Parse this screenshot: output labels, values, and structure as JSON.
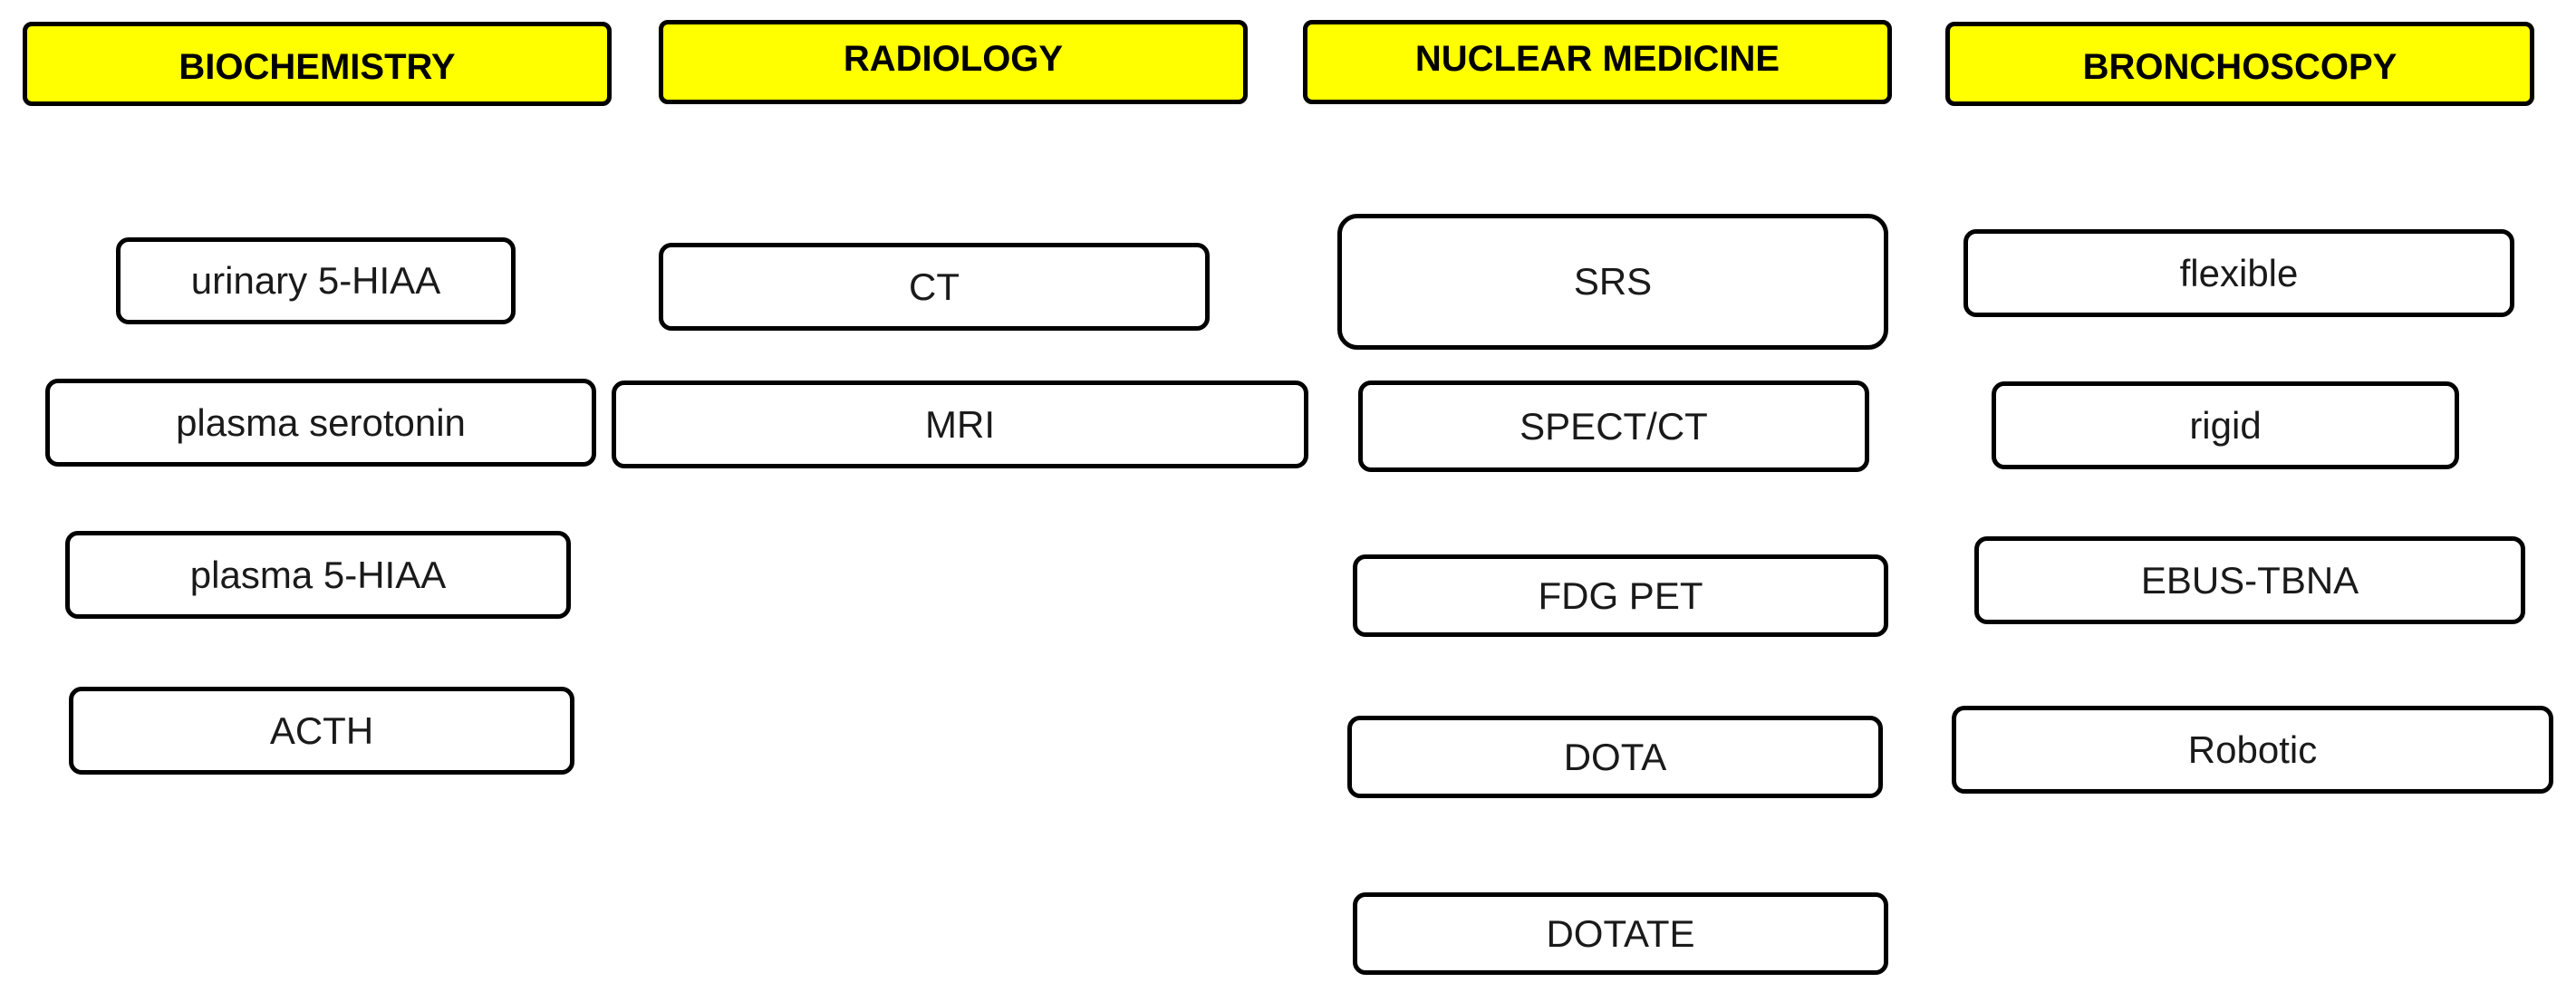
{
  "colors": {
    "header_fill": "#ffff00",
    "box_fill": "#ffffff",
    "border": "#000000"
  },
  "categories": {
    "biochemistry": {
      "title": "BIOCHEMISTRY",
      "items": [
        "urinary 5-HIAA",
        "plasma serotonin",
        "plasma 5-HIAA",
        "ACTH"
      ]
    },
    "radiology": {
      "title": "RADIOLOGY",
      "items": [
        "CT",
        "MRI"
      ]
    },
    "nuclear_medicine": {
      "title": "NUCLEAR MEDICINE",
      "items": [
        "SRS",
        "SPECT/CT",
        "FDG PET",
        "DOTA",
        "DOTATE"
      ]
    },
    "bronchoscopy": {
      "title": "BRONCHOSCOPY",
      "items": [
        "flexible",
        "rigid",
        "EBUS-TBNA",
        "Robotic"
      ]
    }
  }
}
